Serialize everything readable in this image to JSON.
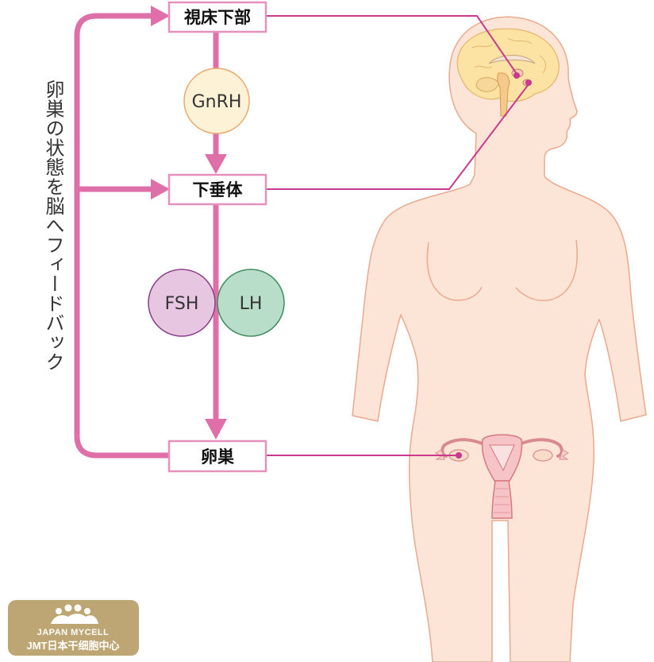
{
  "nodes": {
    "hypothalamus": "視床下部",
    "pituitary": "下垂体",
    "ovary": "卵巣"
  },
  "hormones": {
    "gnrh": "GnRH",
    "fsh": "FSH",
    "lh": "LH"
  },
  "feedback_label": "卵巣の状態を脳へフィードバック",
  "logo": {
    "line1": "JAPAN MYCELL",
    "line2": "JMT日本干细胞中心"
  },
  "icons": [
    "brain-icon",
    "uterus-icon",
    "logo-mark-icon"
  ],
  "colors": {
    "arrow_pink": "#DE6FA9",
    "connector_magenta": "#C93A8C",
    "box_border": "#E690BE",
    "gnrh_fill": "#FEF2D6",
    "fsh_fill": "#E7C6E2",
    "lh_fill": "#B8DEC9",
    "body_fill": "#FCE5D7",
    "logo_bg": "#BDA673"
  }
}
